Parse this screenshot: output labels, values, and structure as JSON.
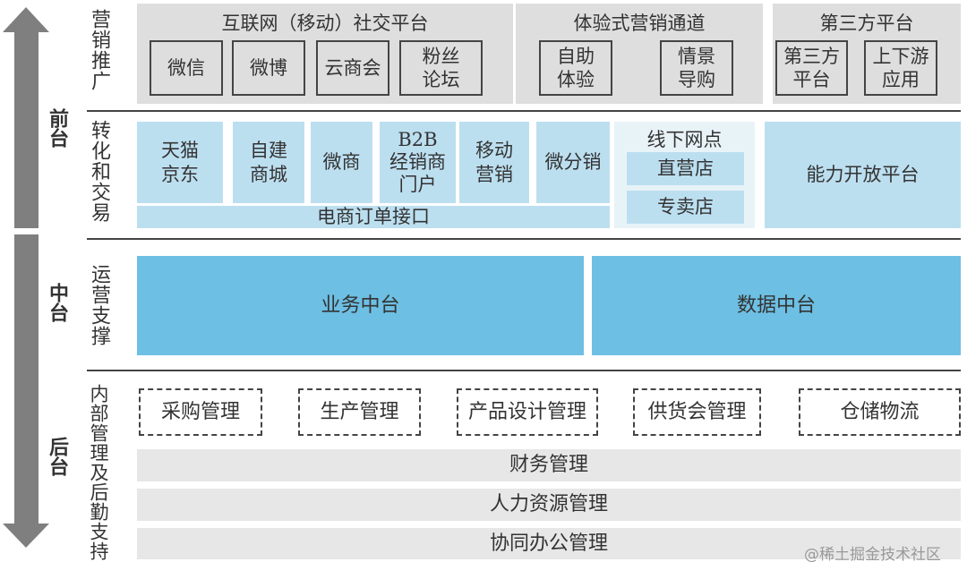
{
  "tiers": {
    "front": "前台",
    "middle": "中台",
    "back": "后台"
  },
  "sections": {
    "marketing": "营销推广",
    "conversion": "转化和交易",
    "operations": "运营支撑",
    "internal": "内部管理及后勤支持"
  },
  "marketing": {
    "social": {
      "title": "互联网（移动）社交平台",
      "items": [
        "微信",
        "微博",
        "云商会",
        "粉丝\n论坛"
      ]
    },
    "experience": {
      "title": "体验式营销通道",
      "items": [
        "自助\n体验",
        "情景\n导购"
      ]
    },
    "third_party": {
      "title": "第三方平台",
      "items": [
        "第三方\n平台",
        "上下游\n应用"
      ]
    }
  },
  "conversion": {
    "channels": [
      "天猫\n京东",
      "自建\n商城",
      "微商",
      "B2B\n经销商\n门户",
      "移动\n营销",
      "微分销"
    ],
    "order_interface": "电商订单接口",
    "offline": {
      "title": "线下网点",
      "items": [
        "直营店",
        "专卖店"
      ]
    },
    "open_platform": "能力开放平台"
  },
  "operations": {
    "business": "业务中台",
    "data": "数据中台"
  },
  "internal": {
    "modules": [
      "采购管理",
      "生产管理",
      "产品设计管理",
      "供货会管理",
      "仓储物流"
    ],
    "bars": [
      "财务管理",
      "人力资源管理",
      "协同办公管理"
    ]
  },
  "watermark": "@稀土掘金技术社区",
  "colors": {
    "panel": "#dedede",
    "light_blue": "#bcdff0",
    "mid_blue": "#6dbfe3",
    "arrow": "#7f7f7f",
    "bar": "#e7e7e7"
  }
}
